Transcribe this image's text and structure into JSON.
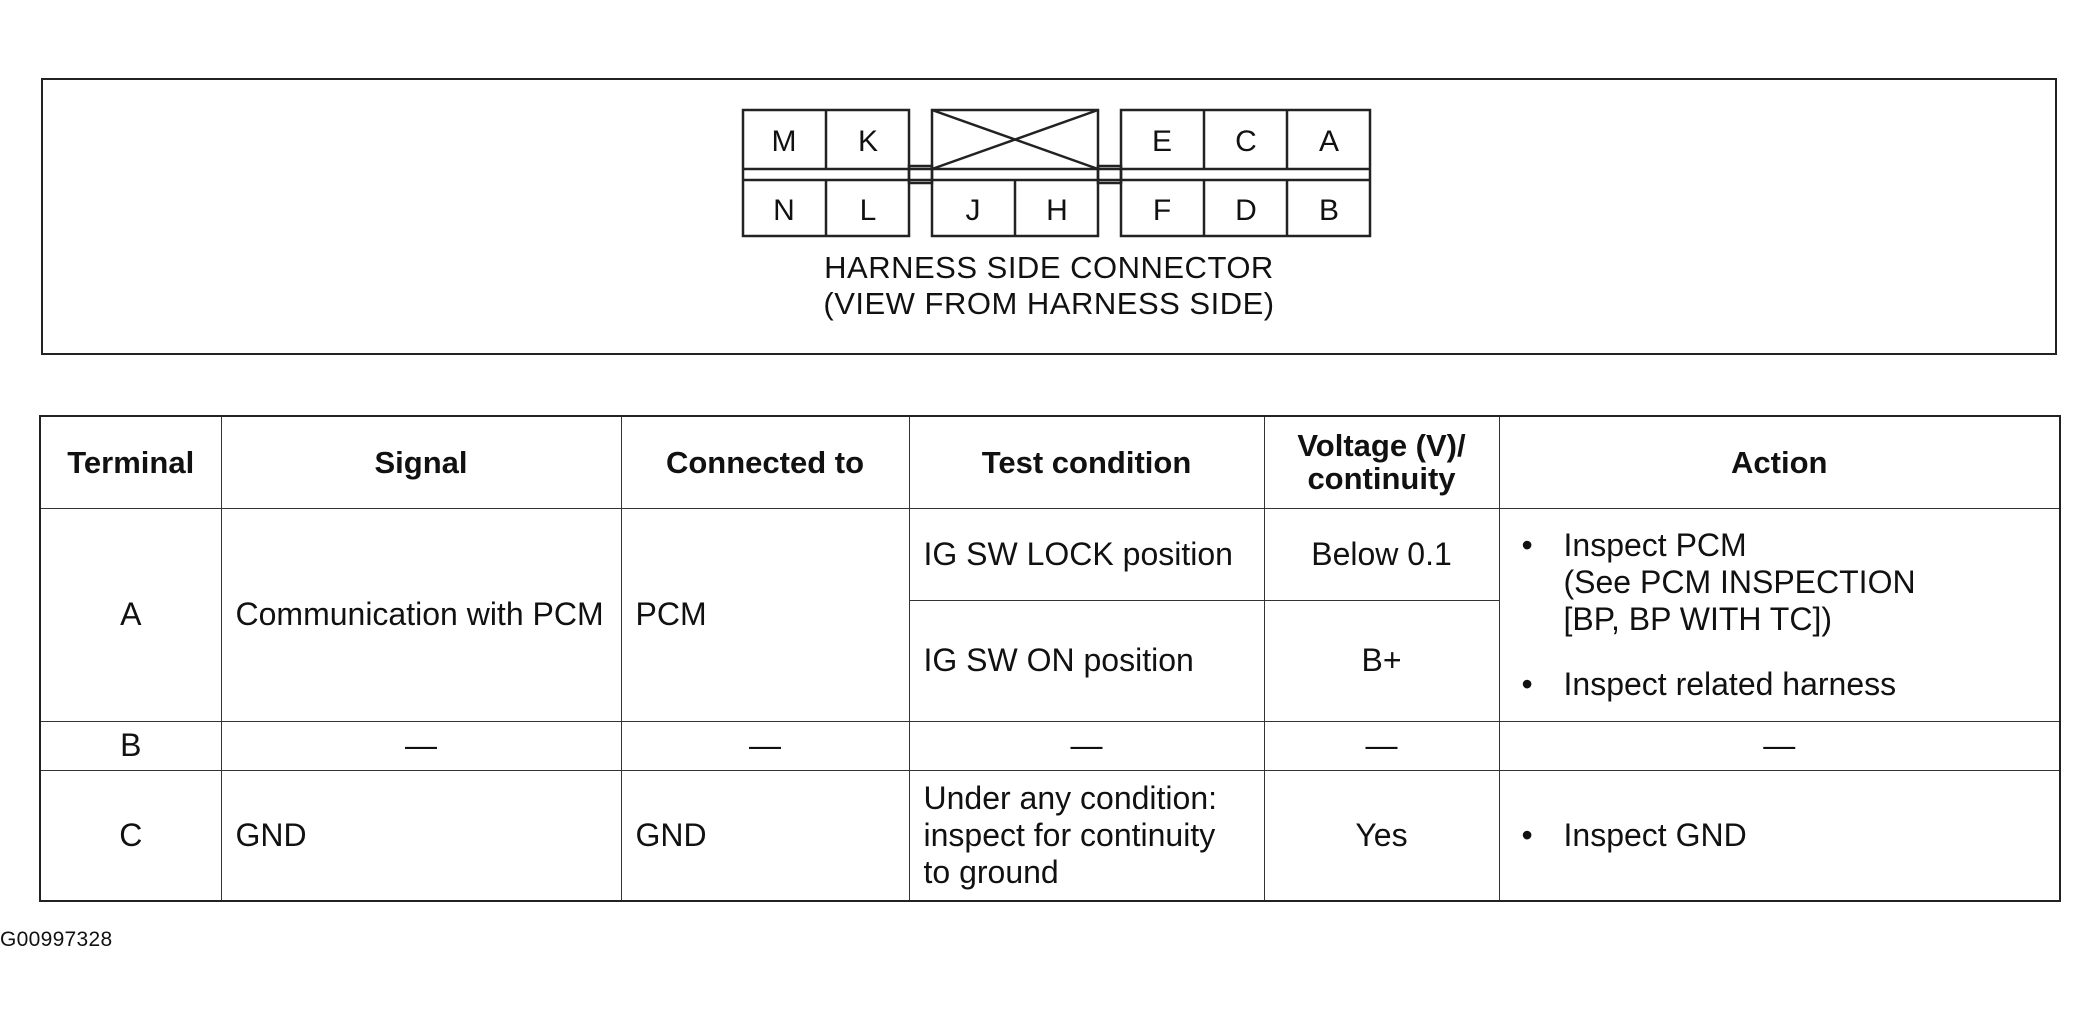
{
  "connector": {
    "top_row": [
      "M",
      "K",
      "E",
      "C",
      "A"
    ],
    "bottom_row": [
      "N",
      "L",
      "J",
      "H",
      "F",
      "D",
      "B"
    ],
    "caption_line1": "HARNESS SIDE CONNECTOR",
    "caption_line2": "(VIEW FROM HARNESS SIDE)"
  },
  "table": {
    "headers": {
      "terminal": "Terminal",
      "signal": "Signal",
      "connected_to": "Connected to",
      "test_condition": "Test condition",
      "voltage_line1": "Voltage (V)/",
      "voltage_line2": "continuity",
      "action": "Action"
    },
    "row_a": {
      "terminal": "A",
      "signal": "Communication with PCM",
      "connected_to": "PCM",
      "conditions": [
        {
          "test": "IG SW LOCK position",
          "value": "Below 0.1"
        },
        {
          "test": "IG SW ON position",
          "value": "B+"
        }
      ],
      "action_1_line1": "Inspect PCM",
      "action_1_line2": "(See PCM INSPECTION",
      "action_1_line3": "[BP, BP WITH TC])",
      "action_2": "Inspect related harness"
    },
    "row_b": {
      "terminal": "B",
      "signal": "—",
      "connected_to": "—",
      "test": "—",
      "value": "—",
      "action": "—"
    },
    "row_c": {
      "terminal": "C",
      "signal": "GND",
      "connected_to": "GND",
      "test_line1": "Under any condition:",
      "test_line2": "inspect for continuity",
      "test_line3": "to ground",
      "value": "Yes",
      "action": "Inspect GND"
    }
  },
  "figure_id": "G00997328"
}
